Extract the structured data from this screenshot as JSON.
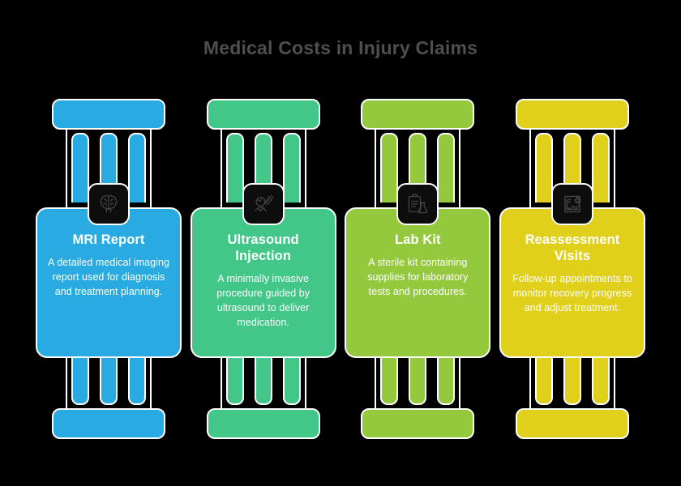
{
  "header": {
    "title": "Medical Costs in Injury Claims",
    "title_color": "#4f4f4f"
  },
  "canvas": {
    "background": "#000000",
    "outline_color": "#ffffff"
  },
  "columns": [
    {
      "id": "mri-report",
      "title": "MRI Report",
      "description": "A detailed medical imaging report used for diagnosis and treatment planning.",
      "color": "#29abe2",
      "icon": "brain-icon"
    },
    {
      "id": "ultrasound-injection",
      "title": "Ultrasound Injection",
      "description": "A minimally invasive procedure guided by ultrasound to deliver medication.",
      "color": "#43c788",
      "icon": "syringe-injection-icon"
    },
    {
      "id": "lab-kit",
      "title": "Lab Kit",
      "description": "A sterile kit containing supplies for laboratory tests and procedures.",
      "color": "#95c93d",
      "icon": "clipboard-flask-icon"
    },
    {
      "id": "reassessment-visits",
      "title": "Reassessment Visits",
      "description": "Follow-up appointments to monitor recovery progress and adjust treatment.",
      "color": "#e0d01c",
      "icon": "medical-report-chart-icon"
    }
  ]
}
